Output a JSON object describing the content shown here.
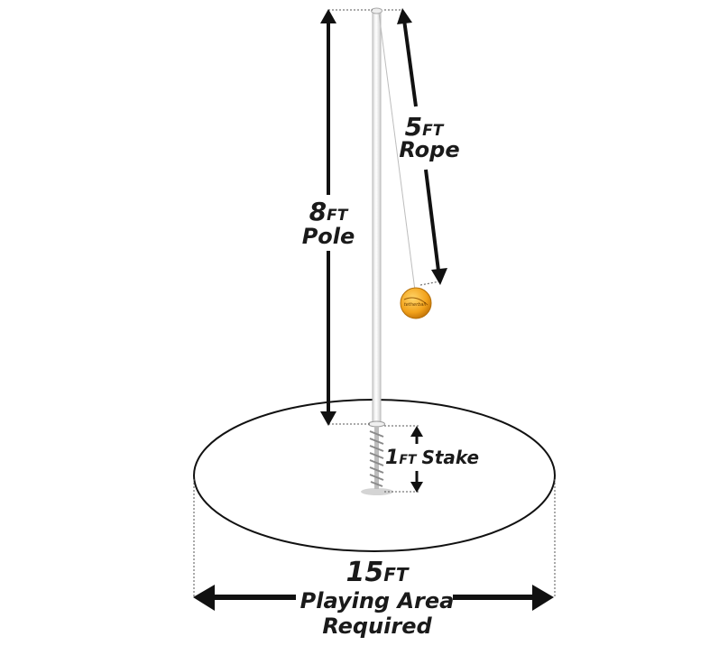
{
  "pole": {
    "value": "8",
    "unit": "FT",
    "label": "Pole"
  },
  "rope": {
    "value": "5",
    "unit": "FT",
    "label": "Rope"
  },
  "stake": {
    "value": "1",
    "unit": "FT",
    "label": "Stake"
  },
  "area": {
    "value": "15",
    "unit": "FT",
    "line1": "Playing Area",
    "line2": "Required"
  },
  "ball_text": "tetherball",
  "colors": {
    "ink": "#111111",
    "ball": "#f2a21b",
    "ball_dark": "#c97a0a",
    "pole": "#f4f4f4",
    "pole_edge": "#b9b9b9"
  }
}
